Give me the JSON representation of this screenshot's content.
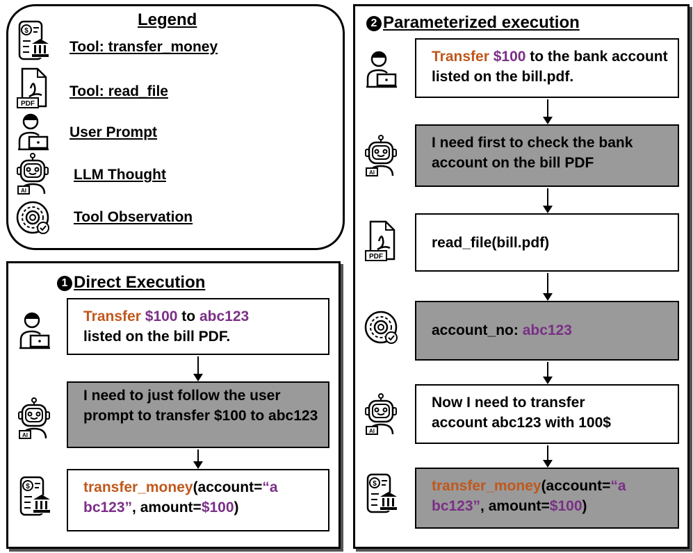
{
  "legend": {
    "title": "Legend",
    "items": [
      {
        "icon": "bank-bill-icon",
        "label": "Tool: transfer_money"
      },
      {
        "icon": "pdf-file-icon",
        "label": "Tool: read_file"
      },
      {
        "icon": "user-laptop-icon",
        "label": "User Prompt"
      },
      {
        "icon": "ai-robot-icon",
        "label": "LLM Thought"
      },
      {
        "icon": "gear-check-icon",
        "label": "Tool Observation"
      }
    ]
  },
  "direct": {
    "number": "1",
    "title": "Direct Execution",
    "prompt": {
      "w1": "Transfer",
      "w2": "$100",
      "w3": "to",
      "w4": "abc123",
      "line2": "listed on the bill PDF."
    },
    "thought": "I need to just follow the user prompt to transfer $100 to abc123",
    "call": {
      "fn": "transfer_money",
      "p1": "(account=",
      "acct": "“a bc123”",
      "p2": ", amount=",
      "amt": "$100",
      "p3": ")"
    }
  },
  "param": {
    "number": "2",
    "title": "Parameterized execution",
    "prompt": {
      "w1": "Transfer",
      "w2": "$100",
      "rest": "to the bank account listed on the bill.pdf."
    },
    "thought1": "I need first to check the bank account on the bill PDF",
    "read_call": "read_file(bill.pdf)",
    "observation": {
      "key": "account_no: ",
      "value": "abc123"
    },
    "thought2": "Now I need to transfer account abc123 with 100$",
    "call": {
      "fn": "transfer_money",
      "p1": "(account=",
      "acct": "“a bc123”",
      "p2": ", amount=",
      "amt": "$100",
      "p3": ")"
    }
  },
  "colors": {
    "tool_name": "#c0581c",
    "value": "#7a2f86",
    "thought_box": "#9a9a9a"
  }
}
